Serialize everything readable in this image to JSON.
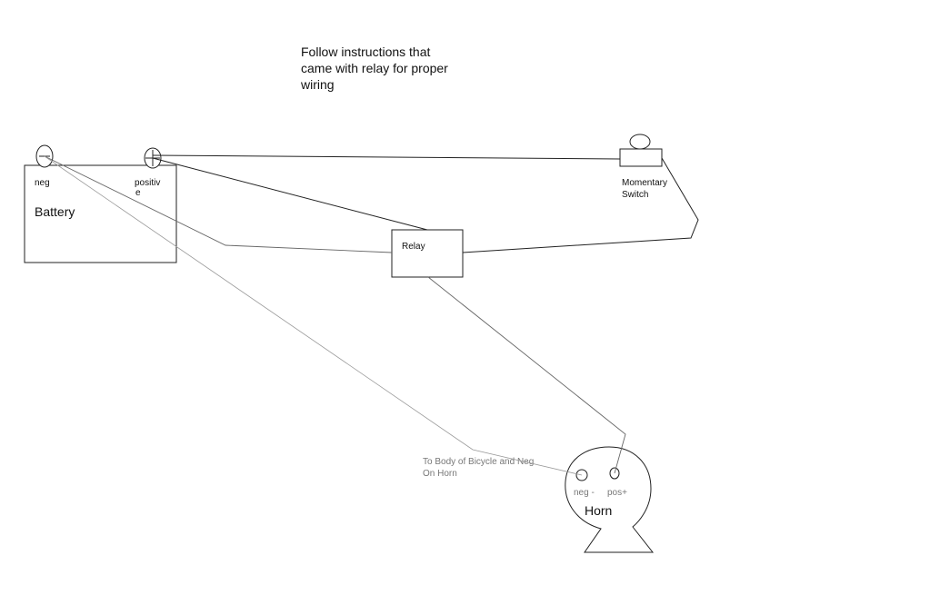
{
  "note": {
    "line1": "Follow instructions that",
    "line2": "came with relay for proper",
    "line3": "wiring"
  },
  "battery": {
    "label": "Battery",
    "neg_label": "neg",
    "pos_label_line1": "positiv",
    "pos_label_line2": "e"
  },
  "relay": {
    "label": "Relay"
  },
  "switch": {
    "label_line1": "Momentary",
    "label_line2": "Switch"
  },
  "horn": {
    "label": "Horn",
    "neg_label": "neg -",
    "pos_label": "pos+"
  },
  "ground_note": {
    "line1": "To Body of Bicycle and Neg",
    "line2": "On Horn"
  }
}
